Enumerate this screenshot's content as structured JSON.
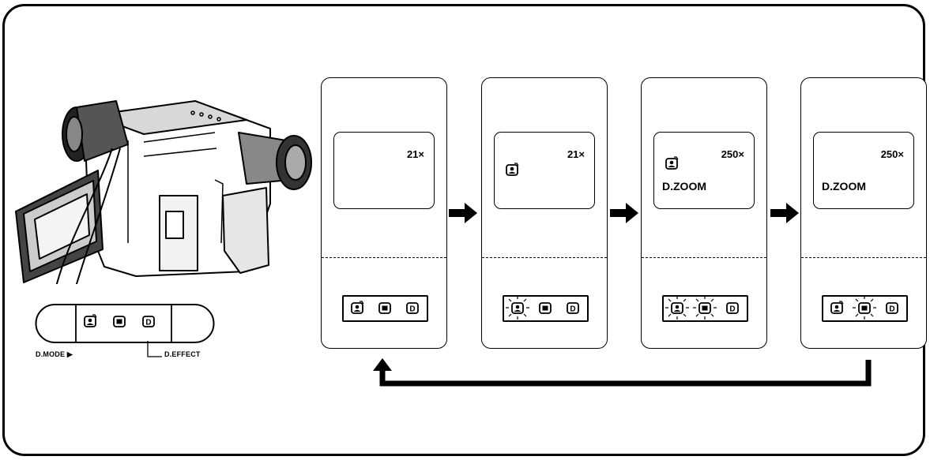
{
  "stages": [
    {
      "zoom": "21×",
      "dzoom": ""
    },
    {
      "zoom": "21×",
      "dzoom": ""
    },
    {
      "zoom": "250×",
      "dzoom": "D.ZOOM"
    },
    {
      "zoom": "250×",
      "dzoom": "D.ZOOM"
    }
  ],
  "camera_labels": {
    "dmode": "D.MODE ▶",
    "deffect": "D.EFFECT",
    "d_letter": "D"
  }
}
